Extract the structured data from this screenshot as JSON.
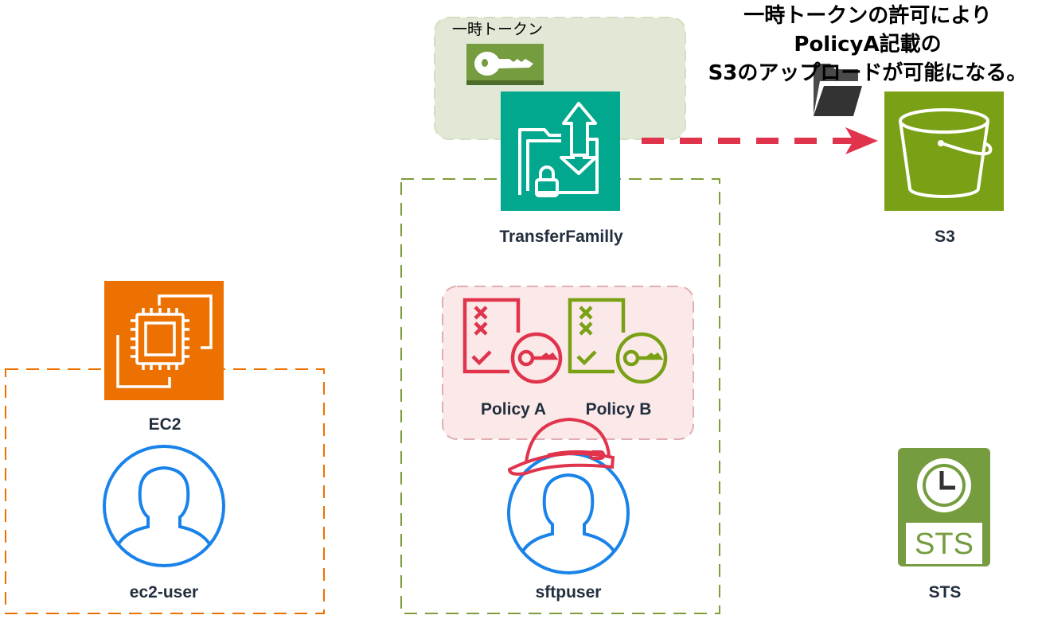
{
  "annotation": {
    "lines": [
      "一時トークンの許可により",
      "PolicyA記載の",
      "S3のアップロードが可能になる。"
    ]
  },
  "token_group": {
    "label": "一時トークン"
  },
  "nodes": {
    "transfer_family": {
      "label": "TransferFamilly"
    },
    "s3": {
      "label": "S3"
    },
    "ec2": {
      "label": "EC2"
    },
    "ec2_user": {
      "label": "ec2-user"
    },
    "sftpuser": {
      "label": "sftpuser"
    },
    "policy_a": {
      "label": "Policy A"
    },
    "policy_b": {
      "label": "Policy B"
    },
    "sts": {
      "label": "STS",
      "icon_text": "STS"
    }
  },
  "colors": {
    "transfer": "#01a88d",
    "s3": "#7aa116",
    "ec2": "#ed7100",
    "sts": "#759c3e",
    "arrow": "#e0344d",
    "user": "#1a83e9"
  }
}
